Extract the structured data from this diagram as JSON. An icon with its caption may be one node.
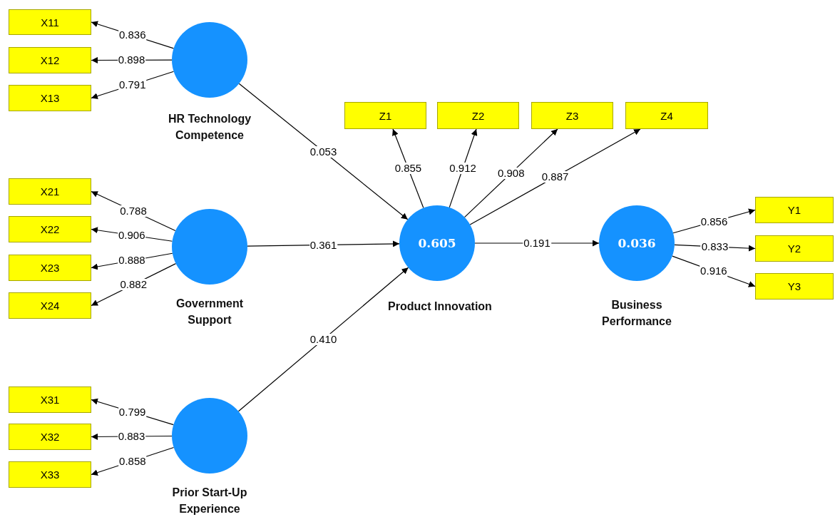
{
  "diagram": {
    "nodes": [
      {
        "text": [
          "X11"
        ]
      },
      {
        "text": [
          "X12"
        ]
      },
      {
        "text": [
          "X13"
        ]
      },
      {
        "text": [
          "HR Technology Competence"
        ]
      },
      {
        "text": [
          "Z1"
        ]
      },
      {
        "text": [
          "Z2"
        ]
      },
      {
        "text": [
          "Z3"
        ]
      },
      {
        "text": [
          "Z4"
        ]
      },
      {
        "text": [
          "X21"
        ]
      },
      {
        "text": [
          "X22"
        ]
      },
      {
        "text": [
          "X23"
        ]
      },
      {
        "text": [
          "X24"
        ]
      },
      {
        "text": [
          "Government Support"
        ]
      },
      {
        "text": [
          "0.605",
          "Product Innovation"
        ]
      },
      {
        "text": [
          "0.036",
          "Business Performance"
        ]
      },
      {
        "text": [
          "Y1"
        ]
      },
      {
        "text": [
          "Y2"
        ]
      },
      {
        "text": [
          "Y3"
        ]
      },
      {
        "text": [
          "X31"
        ]
      },
      {
        "text": [
          "X32"
        ]
      },
      {
        "text": [
          "X33"
        ]
      },
      {
        "text": [
          "Prior Start-Up Experience"
        ]
      }
    ],
    "edges": [
      {
        "from": 3,
        "to": 0,
        "arrow": "to",
        "label": "0.836"
      },
      {
        "from": 3,
        "to": 1,
        "arrow": "to",
        "label": "0.898"
      },
      {
        "from": 3,
        "to": 2,
        "arrow": "to",
        "label": "0.791"
      },
      {
        "from": 12,
        "to": 8,
        "arrow": "to",
        "label": "0.788"
      },
      {
        "from": 12,
        "to": 9,
        "arrow": "to",
        "label": "0.906"
      },
      {
        "from": 12,
        "to": 10,
        "arrow": "to",
        "label": "0.888"
      },
      {
        "from": 12,
        "to": 11,
        "arrow": "to",
        "label": "0.882"
      },
      {
        "from": 21,
        "to": 18,
        "arrow": "to",
        "label": "0.799"
      },
      {
        "from": 21,
        "to": 19,
        "arrow": "to",
        "label": "0.883"
      },
      {
        "from": 21,
        "to": 20,
        "arrow": "to",
        "label": "0.858"
      },
      {
        "from": 13,
        "to": 4,
        "arrow": "to",
        "label": "0.855"
      },
      {
        "from": 13,
        "to": 5,
        "arrow": "to",
        "label": "0.912"
      },
      {
        "from": 13,
        "to": 6,
        "arrow": "to",
        "label": "0.908"
      },
      {
        "from": 13,
        "to": 7,
        "arrow": "to",
        "label": "0.887"
      },
      {
        "from": 14,
        "to": 15,
        "arrow": "to",
        "label": "0.856"
      },
      {
        "from": 14,
        "to": 16,
        "arrow": "to",
        "label": "0.833"
      },
      {
        "from": 14,
        "to": 17,
        "arrow": "to",
        "label": "0.916"
      },
      {
        "from": 3,
        "to": 13,
        "arrow": "to",
        "label": "0.053"
      },
      {
        "from": 12,
        "to": 13,
        "arrow": "to",
        "label": "0.361"
      },
      {
        "from": 21,
        "to": 13,
        "arrow": "to",
        "label": "0.410"
      },
      {
        "from": 13,
        "to": 14,
        "arrow": "to",
        "label": "0.191"
      }
    ]
  }
}
